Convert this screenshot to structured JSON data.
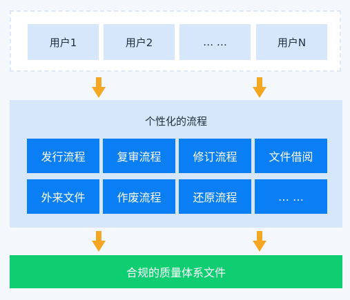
{
  "users": {
    "items": [
      "用户1",
      "用户2",
      "… …",
      "用户N"
    ]
  },
  "process": {
    "title": "个性化的流程",
    "row1": [
      "发行流程",
      "复审流程",
      "修订流程",
      "文件借阅"
    ],
    "row2": [
      "外来文件",
      "作废流程",
      "还原流程",
      "… …"
    ]
  },
  "result": {
    "label": "合规的质量体系文件"
  },
  "colors": {
    "page_bg": "#f4f7fc",
    "user_box": "#d6e6fb",
    "process_panel": "#d6e6fb",
    "process_box": "#0a7ff5",
    "arrow": "#f5a623",
    "result_bar": "#0fce72"
  }
}
